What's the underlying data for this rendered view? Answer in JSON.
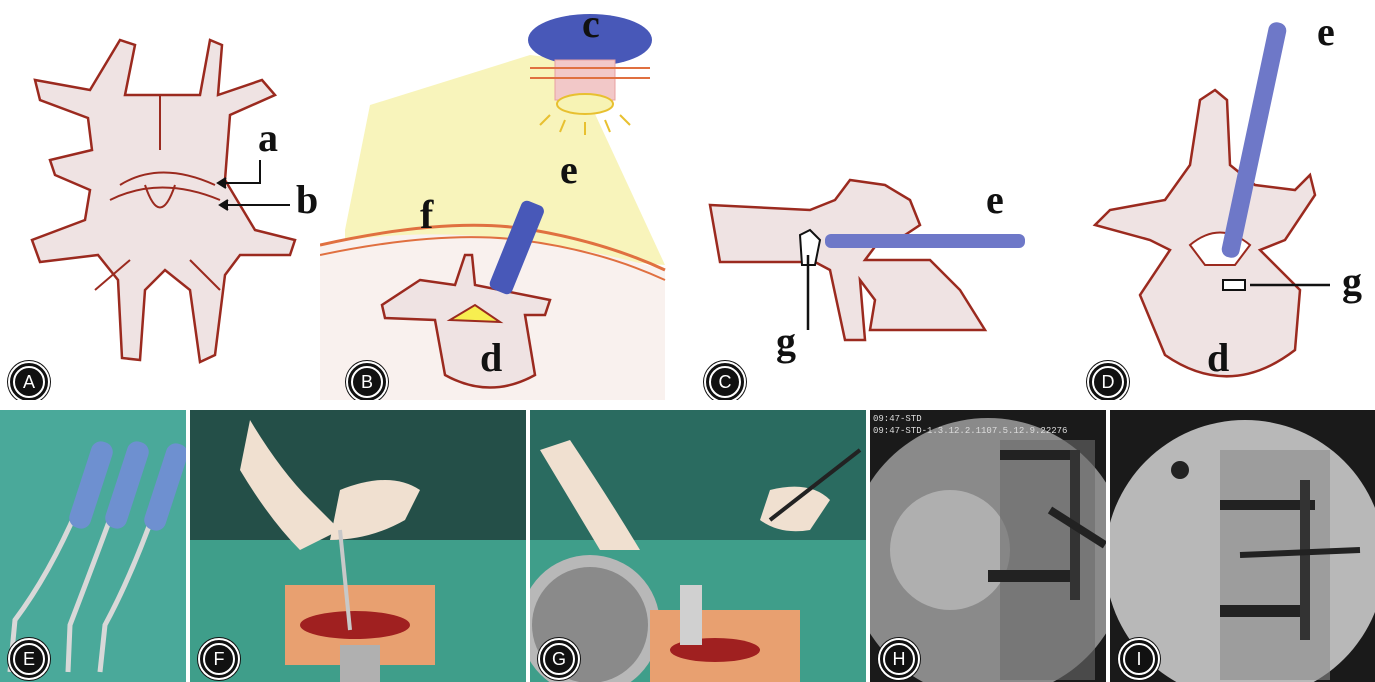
{
  "panels": {
    "A": {
      "badge": "A",
      "labels": {
        "a": "a",
        "b": "b"
      }
    },
    "B": {
      "badge": "B",
      "labels": {
        "c": "c",
        "e": "e",
        "f": "f",
        "d": "d"
      }
    },
    "C": {
      "badge": "C",
      "labels": {
        "e": "e",
        "g": "g"
      }
    },
    "D": {
      "badge": "D",
      "labels": {
        "e": "e",
        "g": "g",
        "d": "d"
      }
    },
    "E": {
      "badge": "E"
    },
    "F": {
      "badge": "F"
    },
    "G": {
      "badge": "G"
    },
    "H": {
      "badge": "H",
      "header_line1": "09:47-STD",
      "header_line2": "09:47-STD-1.3.12.2.1107.5.12.9.22276"
    },
    "I": {
      "badge": "I"
    }
  },
  "colors": {
    "bone_fill": "#efe3e3",
    "bone_outline": "#9b2a1f",
    "instrument_blue": "#6e78c8",
    "light_yellow": "#f7f3b4",
    "drape_green": "#3f9e8a"
  }
}
